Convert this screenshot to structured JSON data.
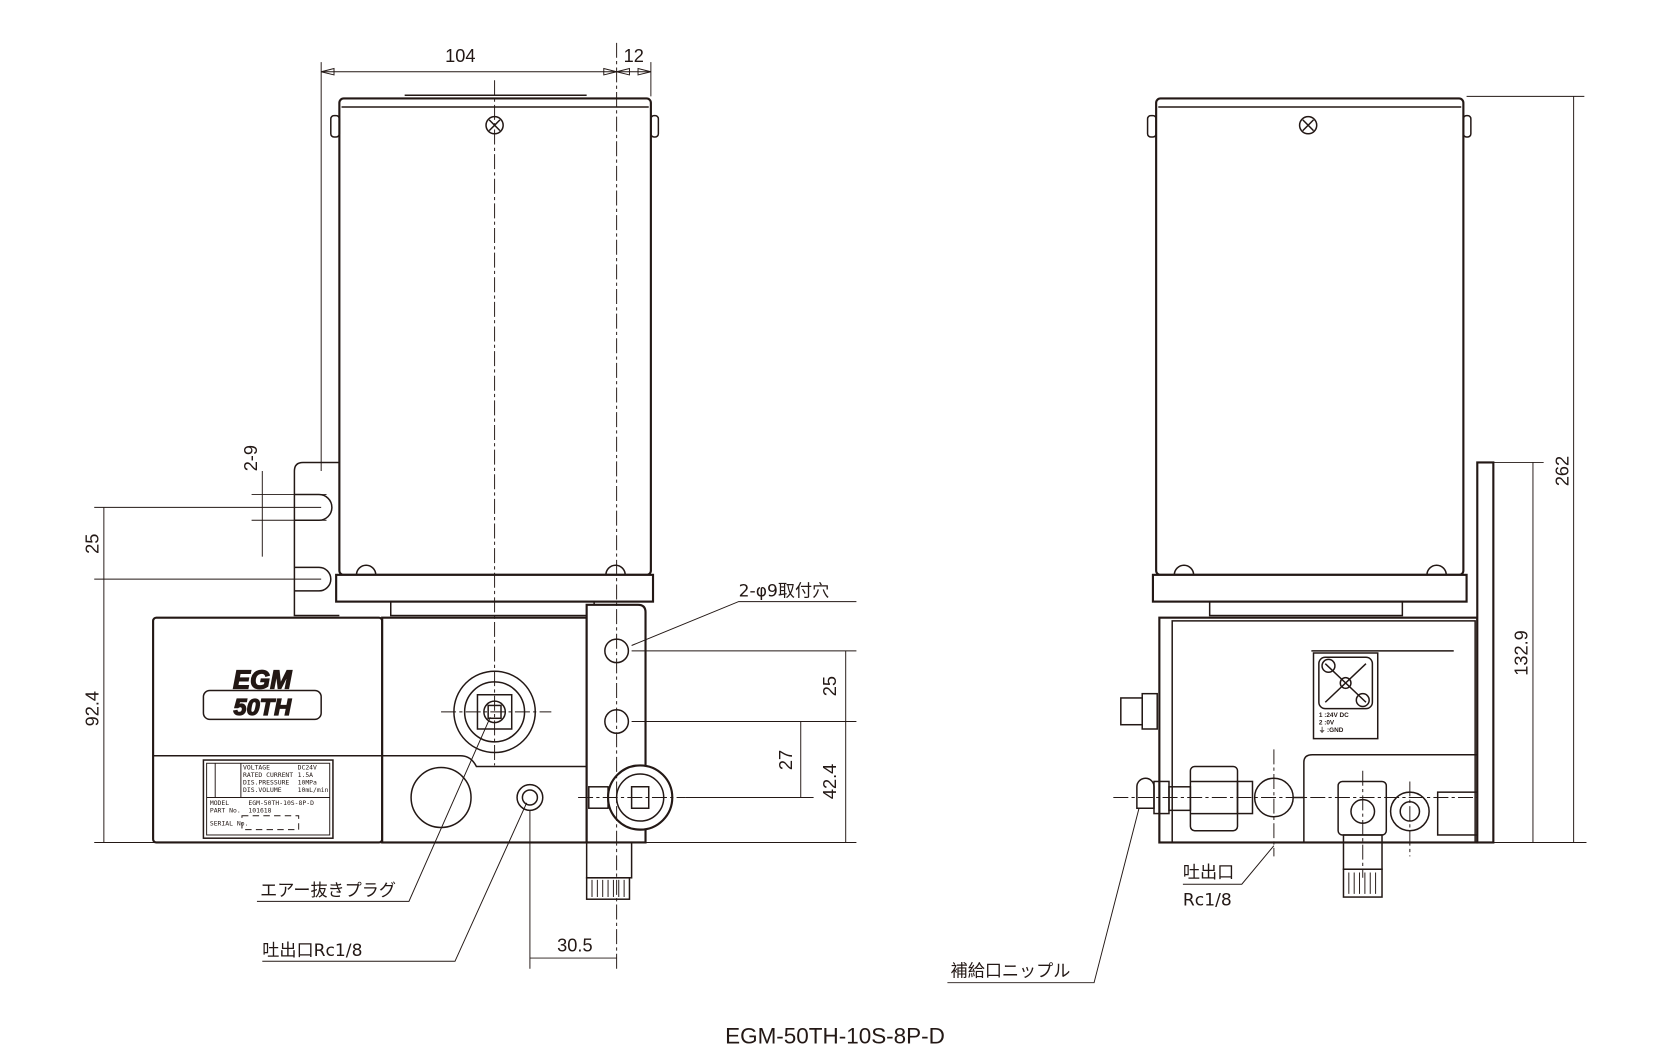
{
  "title": "EGM-50TH-10S-8P-D",
  "dimensions": {
    "width_top": "104",
    "offset_top": "12",
    "slot": "2-9",
    "slot_pitch": "25",
    "base_height": "92.4",
    "hole_pitch": "25",
    "outlet_height": "27",
    "hole_height": "42.4",
    "outlet_offset": "30.5",
    "total_height": "262",
    "bracket_height": "132.9"
  },
  "labels": {
    "mount_holes": "2-φ9取付穴",
    "air_bleed_plug": "エアー抜きプラグ",
    "outlet_left": "吐出口Rc1/8",
    "outlet_right_1": "吐出口",
    "outlet_right_2": "Rc1/8",
    "fill_nipple": "補給口ニップル"
  },
  "logo": {
    "line1": "EGM",
    "line2": "50TH"
  },
  "nameplate": {
    "voltage_label": "VOLTAGE",
    "voltage": "DC24V",
    "current_label": "RATED CURRENT",
    "current": "1.5A",
    "pressure_label": "DIS.PRESSURE",
    "pressure": "10MPa",
    "volume_label": "DIS.VOLUME",
    "volume": "10mL/min",
    "model_label": "MODEL",
    "model": "EGM-50TH-10S-8P-D",
    "part_label": "PART No.",
    "part": "101618",
    "serial_label": "SERIAL No."
  },
  "connector": {
    "pin1": "1 :24V DC",
    "pin2": "2 :0V",
    "pin3": "⏚ :GND"
  }
}
